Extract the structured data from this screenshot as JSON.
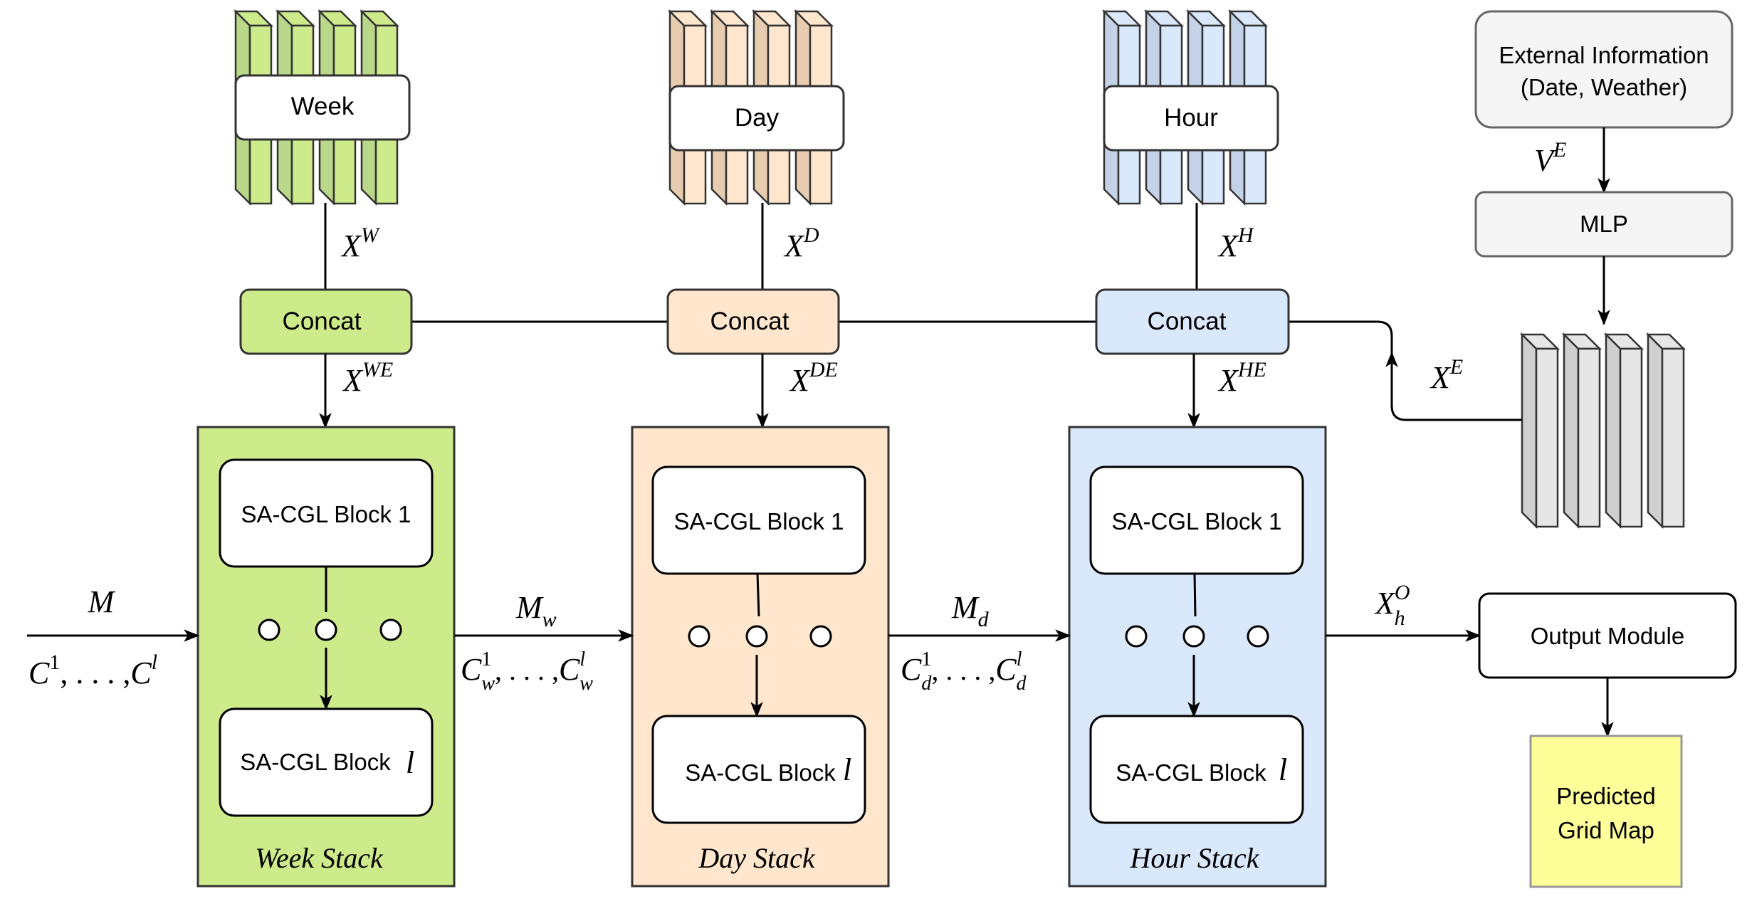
{
  "colors": {
    "week_fill": "#cdeb8b",
    "week_stripe": "#b9d88a",
    "day_fill": "#ffe6cc",
    "day_stripe": "#e8ccb0",
    "hour_fill": "#dae8fc",
    "hour_stripe": "#c3d2e6",
    "ext_fill": "#f5f5f5",
    "ext_stroke": "#666666",
    "gray_stripe": "#cfcfcf",
    "output_fill": "#ffffff",
    "pred_fill": "#ffff99",
    "pred_stroke": "#999999",
    "line": "#000000"
  },
  "inputs": {
    "week": {
      "label": "Week",
      "symbol_base": "X",
      "symbol_sup": "W"
    },
    "day": {
      "label": "Day",
      "symbol_base": "X",
      "symbol_sup": "D"
    },
    "hour": {
      "label": "Hour",
      "symbol_base": "X",
      "symbol_sup": "H"
    }
  },
  "concat": {
    "week": {
      "label": "Concat",
      "out_sup": "WE"
    },
    "day": {
      "label": "Concat",
      "out_sup": "DE"
    },
    "hour": {
      "label": "Concat",
      "out_sup": "HE"
    }
  },
  "external": {
    "line1": "External Information",
    "line2": "(Date, Weather)",
    "ve_base": "V",
    "ve_sup": "E",
    "mlp_label": "MLP",
    "xe_base": "X",
    "xe_sup": "E"
  },
  "stacks": {
    "week": {
      "title": "Week Stack",
      "block1": "SA-CGL Block 1",
      "blockl": "SA-CGL Block",
      "blockl_var": "l"
    },
    "day": {
      "title": "Day Stack",
      "block1": "SA-CGL Block 1",
      "blockl": "SA-CGL Block",
      "blockl_var": "l"
    },
    "hour": {
      "title": "Hour Stack",
      "block1": "SA-CGL Block 1",
      "blockl": "SA-CGL Block",
      "blockl_var": "l"
    }
  },
  "flows": {
    "input_m": "M",
    "input_c": "C",
    "input_c_sup1": "1",
    "input_c_supl": "l",
    "ellipsis": ", . . . ,",
    "mw": "M",
    "mw_sub": "w",
    "cw_sub": "w",
    "md": "M",
    "md_sub": "d",
    "cd_sub": "d",
    "xo_base": "X",
    "xo_sup": "O",
    "xo_sub": "h"
  },
  "output": {
    "label": "Output Module",
    "pred_line1": "Predicted",
    "pred_line2": "Grid Map"
  }
}
